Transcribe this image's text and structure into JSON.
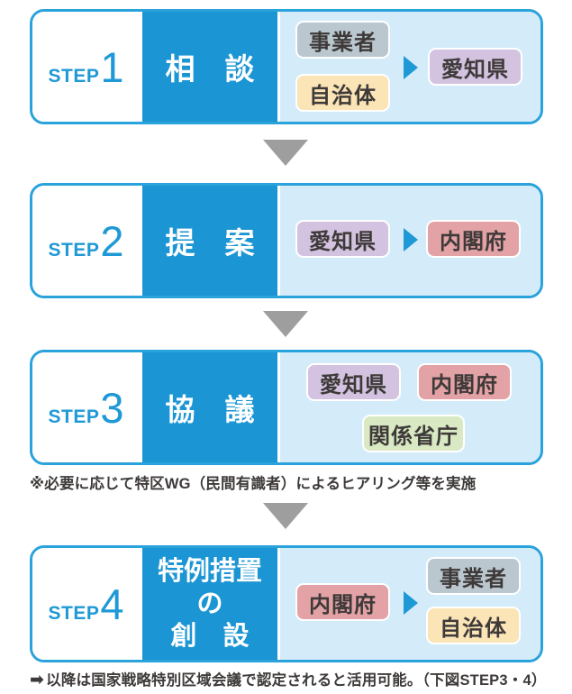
{
  "colors": {
    "main_blue": "#1b95d3",
    "border_blue": "#2aa2db",
    "panel_blue": "#d4ecf9",
    "down_arrow_gray": "#9e9e9e",
    "text_dark": "#3e3a39",
    "entity_business_gray": "#bac7cf",
    "entity_municipality_tan": "#fbe4b6",
    "entity_aichi_purple": "#d3c3e0",
    "entity_cabinet_pink": "#e3a2a6",
    "entity_ministries_green": "#d8e9c3"
  },
  "steps": [
    {
      "step_label": "STEP",
      "step_number": "1",
      "title": "相　談",
      "from": [
        {
          "label": "事業者"
        },
        {
          "label": "自治体"
        }
      ],
      "to": [
        {
          "label": "愛知県"
        }
      ]
    },
    {
      "step_label": "STEP",
      "step_number": "2",
      "title": "提　案",
      "from": [
        {
          "label": "愛知県"
        }
      ],
      "to": [
        {
          "label": "内閣府"
        }
      ]
    },
    {
      "step_label": "STEP",
      "step_number": "3",
      "title": "協　議",
      "participants": [
        {
          "label": "愛知県"
        },
        {
          "label": "内閣府"
        },
        {
          "label": "関係省庁"
        }
      ],
      "note": "※必要に応じて特区WG（民間有識者）によるヒアリング等を実施"
    },
    {
      "step_label": "STEP",
      "step_number": "4",
      "title_lines": [
        "特例措置",
        "の",
        "創　設"
      ],
      "from": [
        {
          "label": "内閣府"
        }
      ],
      "to": [
        {
          "label": "事業者"
        },
        {
          "label": "自治体"
        }
      ]
    }
  ],
  "footer": {
    "arrow": "➡",
    "text": "以降は国家戦略特別区域会議で認定されると活用可能。（下図STEP3・4）"
  }
}
